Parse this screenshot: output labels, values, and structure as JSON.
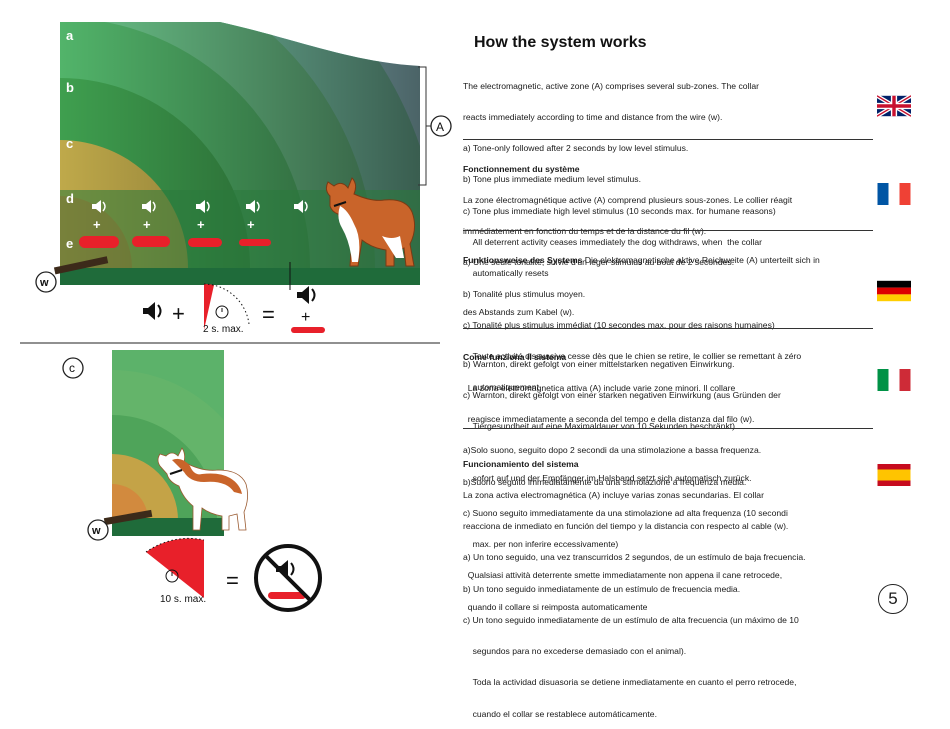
{
  "heading": "How the system works",
  "zone_labels": {
    "a": "a",
    "b": "b",
    "c": "c",
    "d": "d",
    "e": "e"
  },
  "callout_a": "A",
  "callout_c": "c",
  "wire_label_top": "w",
  "wire_label_bottom": "w",
  "timer_top": "2 s. max.",
  "timer_bottom": "10 s. max.",
  "operators": {
    "plus": "+",
    "equals": "="
  },
  "page_number": "5",
  "sections": [
    {
      "lang": "en",
      "lines": [
        "The electromagnetic, active zone (A) comprises several sub-zones. The collar",
        "reacts immediately according to time and distance from the wire (w).",
        "a) Tone-only followed after 2 seconds by low level stimulus.",
        "b) Tone plus immediate medium level stimulus.",
        "c) Tone plus immediate high level stimulus (10 seconds max. for humane reasons)",
        "    All deterrent activity ceases immediately the dog withdraws, when  the collar",
        "    automatically resets"
      ]
    },
    {
      "lang": "fr",
      "title": "Fonctionnement du système",
      "lines": [
        "La zone électromagnétique active (A) comprend plusieurs sous-zones. Le collier réagit",
        "immédiatement en fonction du temps et de la distance du fil (w).",
        "a) Une seule tonalité, suivie d'un léger stimulus au bout de 2 secondes.",
        "b) Tonalité plus stimulus moyen.",
        "c) Tonalité plus stimulus immédiat (10 secondes max. pour des raisons humaines)",
        "    Toute activité dissuasive cesse dès que le chien se retire, le collier se remettant à zéro",
        "    automatiquement."
      ]
    },
    {
      "lang": "de",
      "title": "Funktionsweise des Systems",
      "title_rest": " Die elektromagnetische aktive Reichweite (A) unterteilt sich in",
      "lines": [
        "",
        "des Abstands zum Kabel (w).",
        "",
        "b) Warnton, direkt gefolgt von einer mittelstarken negativen Einwirkung.",
        "c) Warnton, direkt gefolgt von einer starken negativen Einwirkung (aus Gründen der",
        "    Tiergesundheit auf eine Maximaldauer von 10 Sekunden beschränkt)",
        "",
        "    sofort auf und der Empfänger im Halsband setzt sich automatisch zurück."
      ]
    },
    {
      "lang": "it",
      "title": "Come funziona il sistema",
      "lines": [
        "  La zona elettromagnetica attiva (A) include varie zone minori. Il collare",
        "  reagisce immediatamente a seconda del tempo e della distanza dal filo (w).",
        "a)Solo suono, seguito dopo 2 secondi da una stimolazione a bassa frequenza.",
        "b)Suono seguito immediatamente da una stimolazione a frequenza media.",
        "c) Suono seguito immediatamente da una stimolazione ad alta frequenza (10 secondi",
        "    max. per non inferire eccessivamente)",
        "  Qualsiasi attività deterrente smette immediatamente non appena il cane retrocede,",
        "  quando il collare si reimposta automaticamente"
      ]
    },
    {
      "lang": "es",
      "title": "Funcionamiento del sistema",
      "lines": [
        "La zona activa electromagnética (A) incluye varias zonas secundarias. El collar",
        "reacciona de inmediato en función del tiempo y la distancia con respecto al cable (w).",
        "a) Un tono seguido, una vez transcurridos 2 segundos, de un estímulo de baja frecuencia.",
        "b) Un tono seguido inmediatamente de un estímulo de frecuencia media.",
        "c) Un tono seguido inmediatamente de un estímulo de alta frecuencia (un máximo de 10",
        "    segundos para no excederse demasiado con el animal).",
        "    Toda la actividad disuasoria se detiene inmediatamente en cuanto el perro retrocede,",
        "    cuando el collar se restablece automáticamente."
      ]
    }
  ],
  "flags": [
    {
      "name": "uk-flag",
      "colors": [
        "#012169",
        "#ffffff",
        "#c8102e"
      ]
    },
    {
      "name": "france-flag",
      "colors": [
        "#0055a4",
        "#ffffff",
        "#ef4135"
      ]
    },
    {
      "name": "germany-flag",
      "colors": [
        "#000000",
        "#dd0000",
        "#ffce00"
      ]
    },
    {
      "name": "italy-flag",
      "colors": [
        "#009246",
        "#ffffff",
        "#ce2b37"
      ]
    },
    {
      "name": "spain-flag",
      "colors": [
        "#c60b1e",
        "#ffc400",
        "#c60b1e"
      ]
    }
  ],
  "colors": {
    "stimulus_red": "#e8202a",
    "field_dark": "#1f6b3a",
    "sky_blue": "#8fd3df"
  }
}
